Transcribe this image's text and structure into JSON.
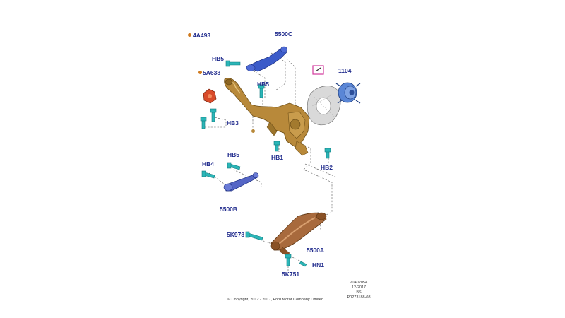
{
  "labels": {
    "p4a493": "4A493",
    "p5500c": "5500C",
    "hb5_top": "HB5",
    "p5a638": "5A638",
    "hb5_mid": "HB5",
    "p1104": "1104",
    "hb3": "HB3",
    "hb1": "HB1",
    "hb2": "HB2",
    "hb5_low": "HB5",
    "hb4": "HB4",
    "p5500b": "5500B",
    "p5k978": "5K978",
    "p5500a": "5500A",
    "hn1": "HN1",
    "p5k751": "5K751"
  },
  "meta": {
    "line1": "2040205A",
    "line2": "12-2017",
    "line3": "BS",
    "line4": "P0273188-08"
  },
  "copyright": "© Copyright, 2012 - 2017, Ford Motor Company Limited",
  "colors": {
    "label": "#1f2a8c",
    "bronze": "#b8893a",
    "blue_arm": "#3b5bc9",
    "orange_dot": "#d07a1e",
    "teal_bolt": "#2bb6b8",
    "red_part": "#d94b2a",
    "magenta_box": "#d23a9c"
  }
}
